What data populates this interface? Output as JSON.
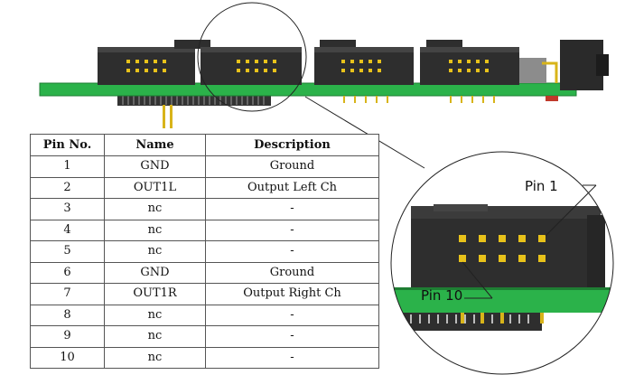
{
  "table": {
    "headers": [
      "Pin No.",
      "Name",
      "Description"
    ],
    "rows": [
      [
        "1",
        "GND",
        "Ground"
      ],
      [
        "2",
        "OUT1L",
        "Output Left Ch"
      ],
      [
        "3",
        "nc",
        "-"
      ],
      [
        "4",
        "nc",
        "-"
      ],
      [
        "5",
        "nc",
        "-"
      ],
      [
        "6",
        "GND",
        "Ground"
      ],
      [
        "7",
        "OUT1R",
        "Output Right Ch"
      ],
      [
        "8",
        "nc",
        "-"
      ],
      [
        "9",
        "nc",
        "-"
      ],
      [
        "10",
        "nc",
        "-"
      ]
    ]
  },
  "zoom_labels": {
    "pin1": "Pin 1",
    "pin10": "Pin 10"
  },
  "colors": {
    "pcb_green": "#2bb24a",
    "connector_body": "#2e2e2e",
    "pin_gold": "#e8c21a"
  }
}
